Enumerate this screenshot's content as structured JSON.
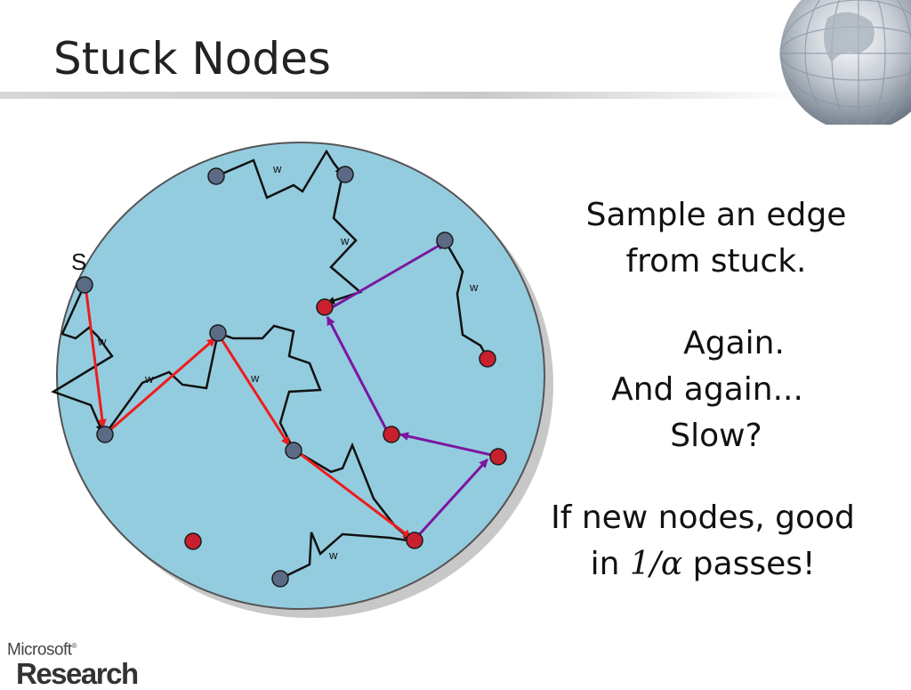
{
  "slide": {
    "title": "Stuck Nodes",
    "source_label": "S",
    "walk_label": "w",
    "text1_line1": "Sample an edge",
    "text1_line2": "from stuck.",
    "text2_line1": "Again.",
    "text2_line2": "And again...",
    "text2_line3": "Slow?",
    "text3_line1": "If new nodes, good",
    "text3_line2_pre": "in",
    "text3_math": "1/α",
    "text3_line2_post": "passes!"
  },
  "logo": {
    "top": "Microsoft",
    "tm": "®",
    "bottom": "Research"
  },
  "colors": {
    "disk_fill": "#94ccdf",
    "disk_edge": "#555555",
    "gray_node": "#5b6b85",
    "red_node": "#c8202e",
    "red_edge": "#ee1c1c",
    "purple_edge": "#7b17a0"
  }
}
